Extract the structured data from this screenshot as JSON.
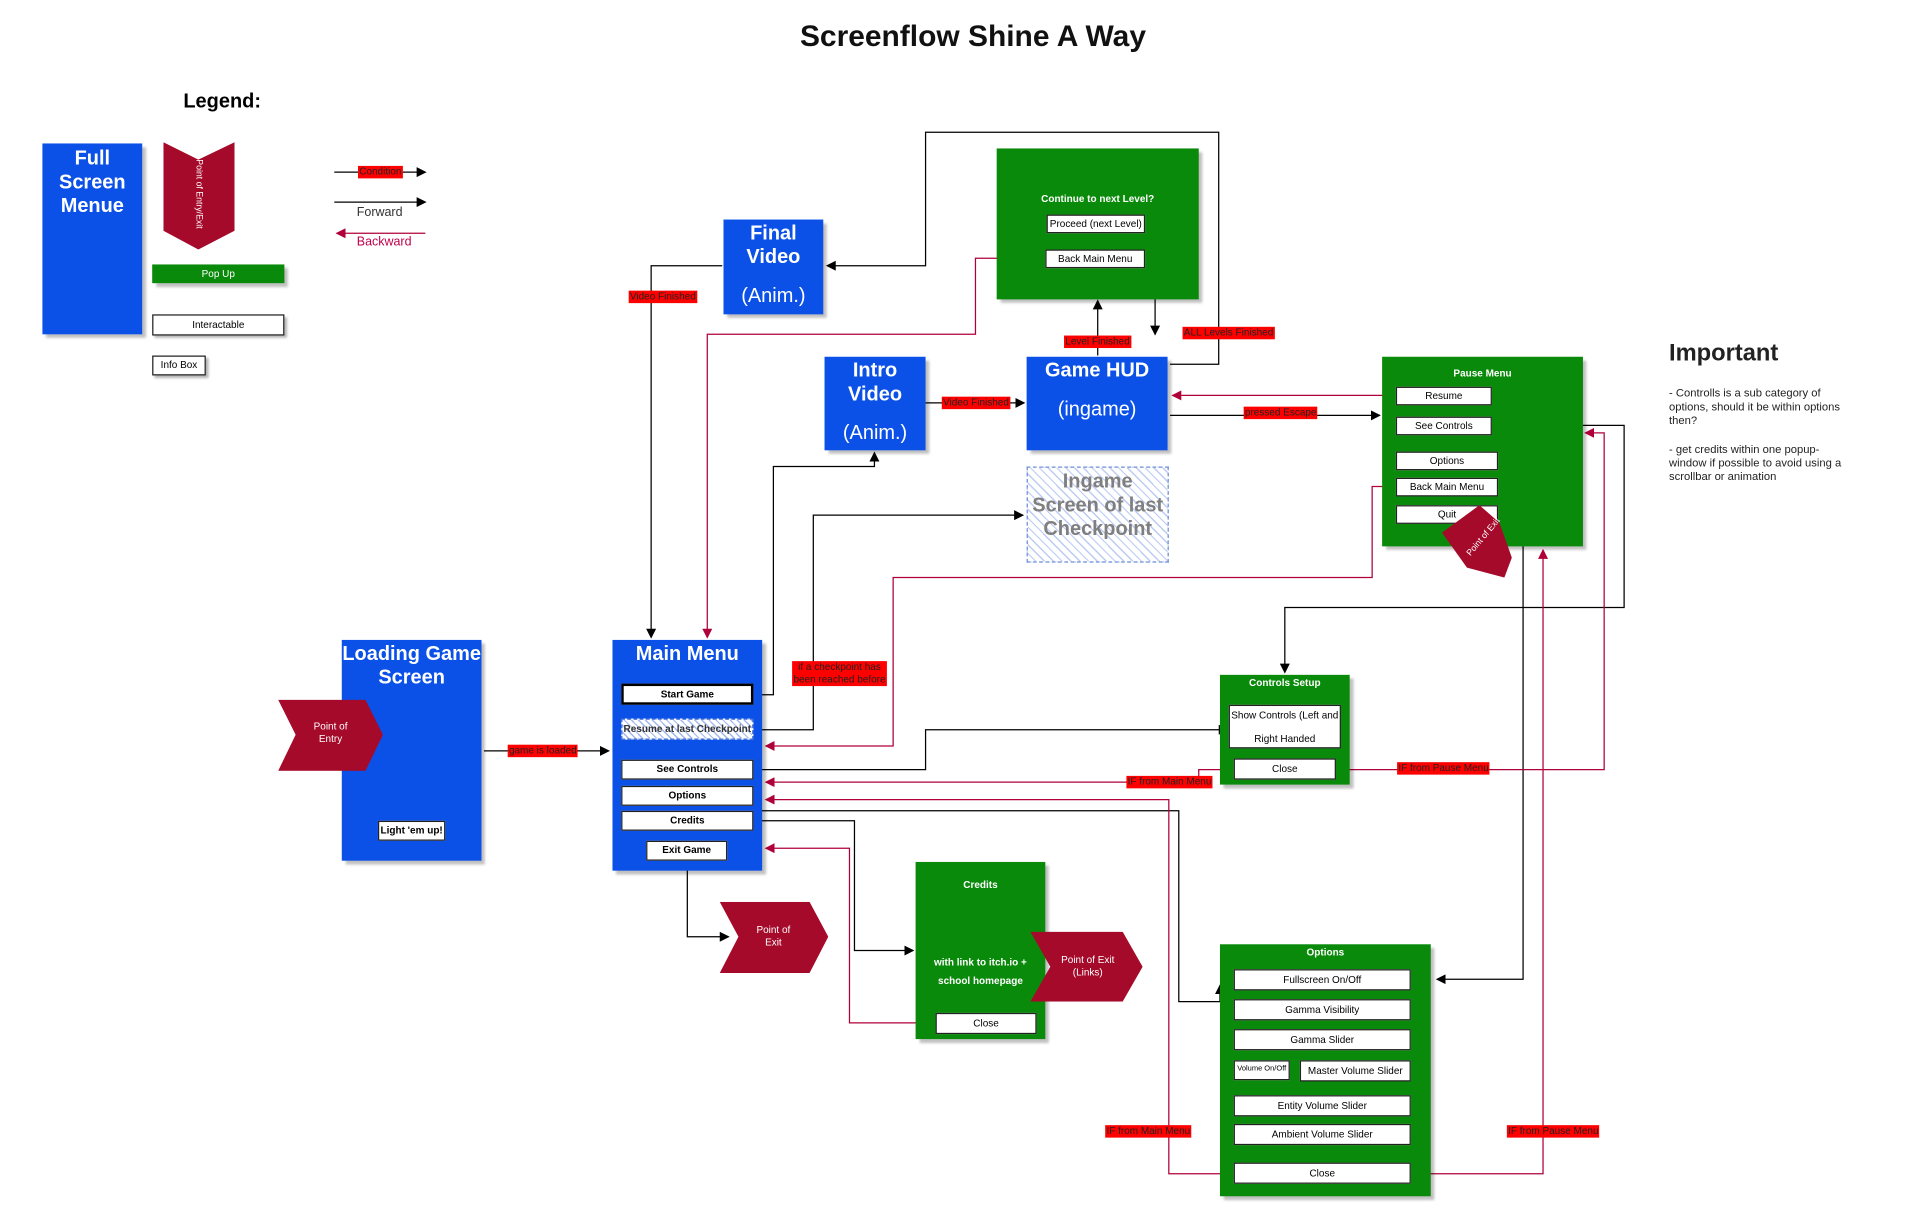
{
  "title": "Screenflow Shine A Way",
  "legend": {
    "heading": "Legend:",
    "full_screen": "Full Screen Menue",
    "point_entry_exit": "Point of Entry/Exit",
    "popup": "Pop Up",
    "interactable": "Interactable",
    "info_box": "Info Box",
    "condition": "Condition",
    "forward": "Forward",
    "backward": "Backward"
  },
  "important": {
    "heading": "Important",
    "note1": "- Controlls is a sub category of options, should it be within options then?",
    "note2": "- get credits within one popup-window if possible to avoid using a scrollbar or animation"
  },
  "screens": {
    "loading": {
      "title": "Loading Game Screen",
      "button": "Light 'em up!",
      "entry": "Point of Entry"
    },
    "main_menu": {
      "title": "Main Menu",
      "start": "Start Game",
      "resume": "Resume at last Checkpoint",
      "see_controls": "See Controls",
      "options": "Options",
      "credits": "Credits",
      "exit": "Exit Game",
      "exit_point": "Point of Exit"
    },
    "intro_video": {
      "title": "Intro Video",
      "sub": "(Anim.)"
    },
    "final_video": {
      "title": "Final Video",
      "sub": "(Anim.)"
    },
    "game_hud": {
      "title": "Game HUD",
      "sub": "(ingame)"
    },
    "checkpoint": {
      "title": "Ingame Screen of last Checkpoint"
    },
    "continue": {
      "title": "Continue to next Level?",
      "proceed": "Proceed (next Level)",
      "back": "Back Main Menu"
    },
    "pause": {
      "title": "Pause Menu",
      "resume": "Resume",
      "controls": "See Controls",
      "options": "Options",
      "back": "Back Main Menu",
      "quit": "Quit",
      "exit_point": "Point of Exit"
    },
    "controls_setup": {
      "title": "Controls Setup",
      "show": "Show Controls (Left and Right Handed",
      "close": "Close"
    },
    "credits": {
      "title": "Credits",
      "body": "with link to  itch.io + school homepage",
      "close": "Close",
      "exit_point": "Point of Exit (Links)"
    },
    "options": {
      "title": "Options",
      "fullscreen": "Fullscreen On/Off",
      "gamma_vis": "Gamma Visibility",
      "gamma_slider": "Gamma Slider",
      "volume_toggle": "Volume On/Off",
      "master": "Master Volume Slider",
      "entity": "Entity Volume Slider",
      "ambient": "Ambient Volume Slider",
      "close": "Close"
    }
  },
  "conditions": {
    "game_loaded": "game is loaded",
    "video_finished_final": "Video Finished",
    "video_finished_intro": "Video Finished",
    "level_finished": "Level Finished",
    "all_levels": "ALL Levels Finished",
    "pressed_escape": "pressed Escape",
    "checkpoint_reached": "if a checkpoint has been reached before",
    "if_main_menu_controls": "IF from Main Menu",
    "if_pause_controls": "IF from Pause Menu",
    "if_main_menu_options": "IF from Main Menu",
    "if_pause_options": "IF from Pause Menu"
  },
  "colors": {
    "screen_blue": "#0b51e8",
    "popup_green": "#0a8a0a",
    "exit_red": "#a50a2a",
    "condition_red": "#ff0000",
    "backward": "#c0004a"
  }
}
